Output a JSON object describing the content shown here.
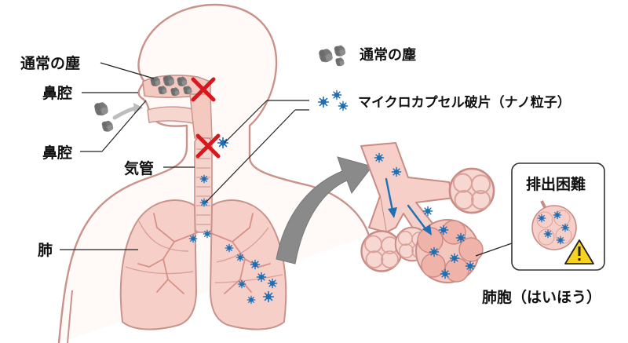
{
  "labels": {
    "normal_dust_left": "通常の塵",
    "nasal_cavity_1": "鼻腔",
    "nasal_cavity_2": "鼻腔",
    "trachea": "気管",
    "lung": "肺",
    "legend_normal_dust": "通常の塵",
    "legend_microcapsule": "マイクロカプセル破片（ナノ粒子）",
    "difficulty_box": "排出困難",
    "alveoli": "肺胞（はいほう）"
  },
  "colors": {
    "body_outline": "#c9928a",
    "tissue_fill": "#f6d7d0",
    "tissue_dark": "#eba9a0",
    "dust_gray": "#7d7d7d",
    "nano_blue": "#1e6fb5",
    "cross_red": "#d7191f",
    "arrow_gray": "#8a8a8a",
    "warning_yellow": "#f7d21e"
  },
  "icons": {
    "cross": "x-mark-icon",
    "warning": "warning-icon",
    "big_arrow": "arrow-right-icon"
  }
}
